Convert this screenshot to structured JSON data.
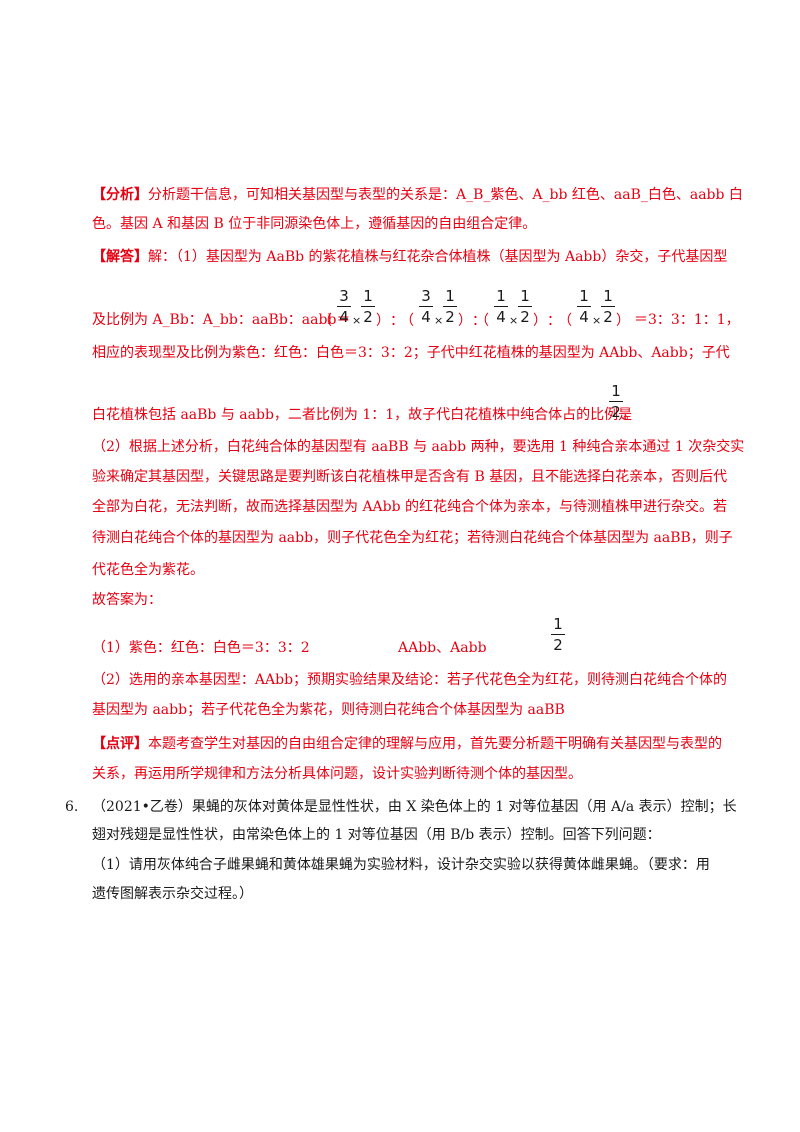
{
  "analysis": {
    "tag": "【分析】",
    "line1": "分析题干信息，可知相关基因型与表型的关系是：A_B_紫色、A_bb 红色、aaB_白色、aabb 白",
    "line2": "色。基因 A 和基因 B 位于非同源染色体上，遵循基因的自由组合定律。"
  },
  "answer": {
    "tag": "【解答】",
    "line1": "解：（1）基因型为 AaBb 的紫花植株与红花杂合体植株（基因型为 Aabb）杂交，子代基因型",
    "ratio_prefix": "及比例为 A_Bb：A_bb：aaBb：aabb＝",
    "paren_open": "（",
    "paren_close": "）",
    "sep": "：",
    "times": "×",
    "ratio_suffix": "＝3：3：1：1，",
    "products": [
      {
        "a_num": "3",
        "a_den": "4",
        "b_num": "1",
        "b_den": "2"
      },
      {
        "a_num": "3",
        "a_den": "4",
        "b_num": "1",
        "b_den": "2"
      },
      {
        "a_num": "1",
        "a_den": "4",
        "b_num": "1",
        "b_den": "2"
      },
      {
        "a_num": "1",
        "a_den": "4",
        "b_num": "1",
        "b_den": "2"
      }
    ],
    "line3": "相应的表现型及比例为紫色：红色：白色＝3：3：2；子代中红花植株的基因型为 AAbb、Aabb；子代",
    "line4": "白花植株包括 aaBb 与 aabb，二者比例为 1：1，故子代白花植株中纯合体占的比例是",
    "line4_frac": {
      "num": "1",
      "den": "2"
    },
    "line4_end": "。",
    "part2_line1": "（2）根据上述分析，白花纯合体的基因型有 aaBB 与 aabb 两种，要选用 1 种纯合亲本通过 1 次杂交实",
    "part2_line2": "验来确定其基因型，关键思路是要判断该白花植株甲是否含有 B 基因，且不能选择白花亲本，否则后代",
    "part2_line3": "全部为白花，无法判断，故而选择基因型为 AAbb 的红花纯合个体为亲本，与待测植株甲进行杂交。若",
    "part2_line4": "待测白花纯合个体的基因型为 aabb，则子代花色全为红花；若待测白花纯合个体基因型为 aaBB，则子",
    "part2_line5": "代花色全为紫花。",
    "final_label": "故答案为：",
    "final1": "（1）紫色：红色：白色＝3：3：2",
    "final1_genotypes": "AAbb、Aabb",
    "final1_frac": {
      "num": "1",
      "den": "2"
    },
    "final2_line1": "（2）选用的亲本基因型：AAbb；预期实验结果及结论：若子代花色全为红花，则待测白花纯合个体的",
    "final2_line2": "基因型为 aabb；若子代花色全为紫花，则待测白花纯合个体基因型为 aaBB"
  },
  "comment": {
    "tag": "【点评】",
    "line1": "本题考查学生对基因的自由组合定律的理解与应用，首先要分析题干明确有关基因型与表型的",
    "line2": "关系，再运用所学规律和方法分析具体问题，设计实验判断待测个体的基因型。"
  },
  "question6": {
    "number": "6.",
    "line1": "（2021•乙卷）果蝇的灰体对黄体是显性性状，由 X 染色体上的 1 对等位基因（用 A/a 表示）控制；长",
    "line2": "翅对残翅是显性性状，由常染色体上的 1 对等位基因（用 B/b 表示）控制。回答下列问题：",
    "line3": "（1）请用灰体纯合子雌果蝇和黄体雄果蝇为实验材料，设计杂交实验以获得黄体雌果蝇。（要求：用",
    "line4": "遗传图解表示杂交过程。）"
  }
}
